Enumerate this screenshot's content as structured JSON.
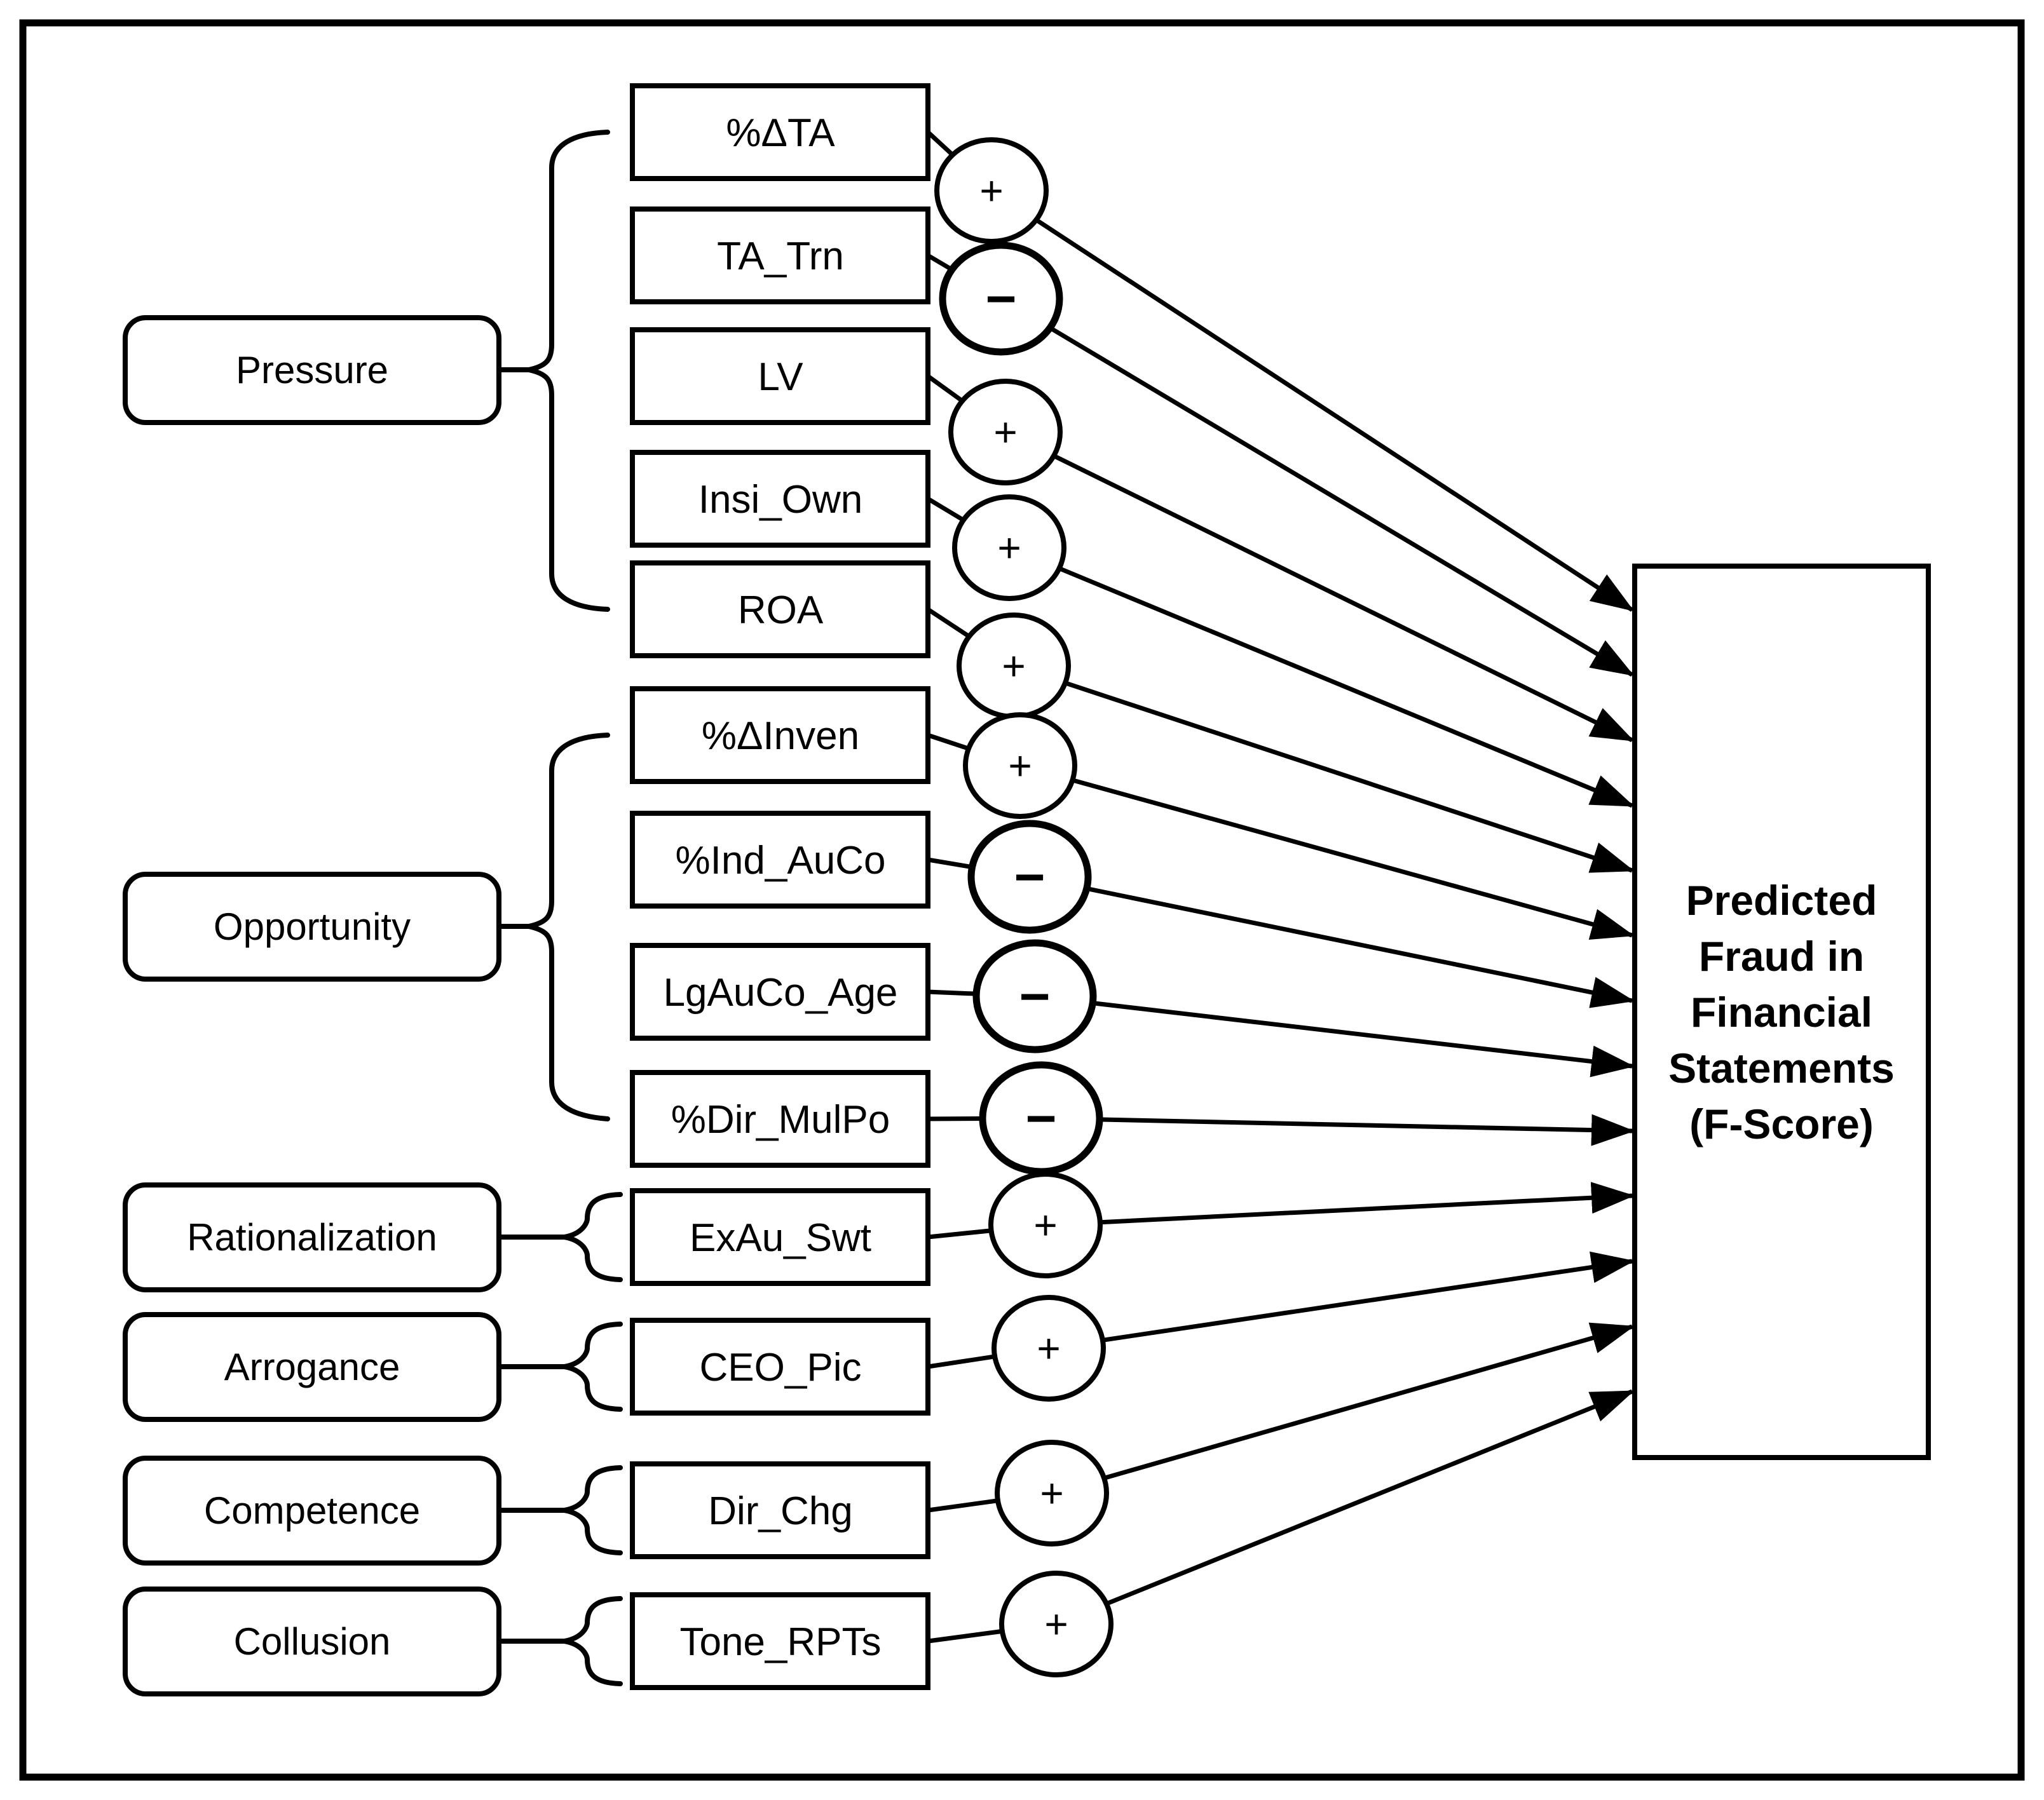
{
  "figure": {
    "type": "path-diagram",
    "description_visible_only": "Fraud factor categories linked by braces to indicator variables, each with a signed effect circle pointing to the outcome box"
  },
  "colors": {
    "ink": "#000000",
    "paper": "#ffffff"
  },
  "categories": [
    {
      "label": "Pressure",
      "variables": [
        "%ΔTA",
        "TA_Trn",
        "LV",
        "Insi_Own",
        "ROA"
      ]
    },
    {
      "label": "Opportunity",
      "variables": [
        "%ΔInven",
        "%Ind_AuCo",
        "LgAuCo_Age",
        "%Dir_MulPo"
      ]
    },
    {
      "label": "Rationalization",
      "variables": [
        "ExAu_Swt"
      ]
    },
    {
      "label": "Arrogance",
      "variables": [
        "CEO_Pic"
      ]
    },
    {
      "label": "Competence",
      "variables": [
        "Dir_Chg"
      ]
    },
    {
      "label": "Collusion",
      "variables": [
        "Tone_RPTs"
      ]
    }
  ],
  "variables": [
    {
      "label": "%ΔTA",
      "sign": "+"
    },
    {
      "label": "TA_Trn",
      "sign": "−"
    },
    {
      "label": "LV",
      "sign": "+"
    },
    {
      "label": "Insi_Own",
      "sign": "+"
    },
    {
      "label": "ROA",
      "sign": "+"
    },
    {
      "label": "%ΔInven",
      "sign": "+"
    },
    {
      "label": "%Ind_AuCo",
      "sign": "−"
    },
    {
      "label": "LgAuCo_Age",
      "sign": "−"
    },
    {
      "label": "%Dir_MulPo",
      "sign": "−"
    },
    {
      "label": "ExAu_Swt",
      "sign": "+"
    },
    {
      "label": "CEO_Pic",
      "sign": "+"
    },
    {
      "label": "Dir_Chg",
      "sign": "+"
    },
    {
      "label": "Tone_RPTs",
      "sign": "+"
    }
  ],
  "outcome": {
    "full_label": "Predicted Fraud in Financial Statements (F-Score)",
    "lines": [
      "Predicted",
      "Fraud in",
      "Financial",
      "Statements",
      "(F-Score)"
    ]
  }
}
